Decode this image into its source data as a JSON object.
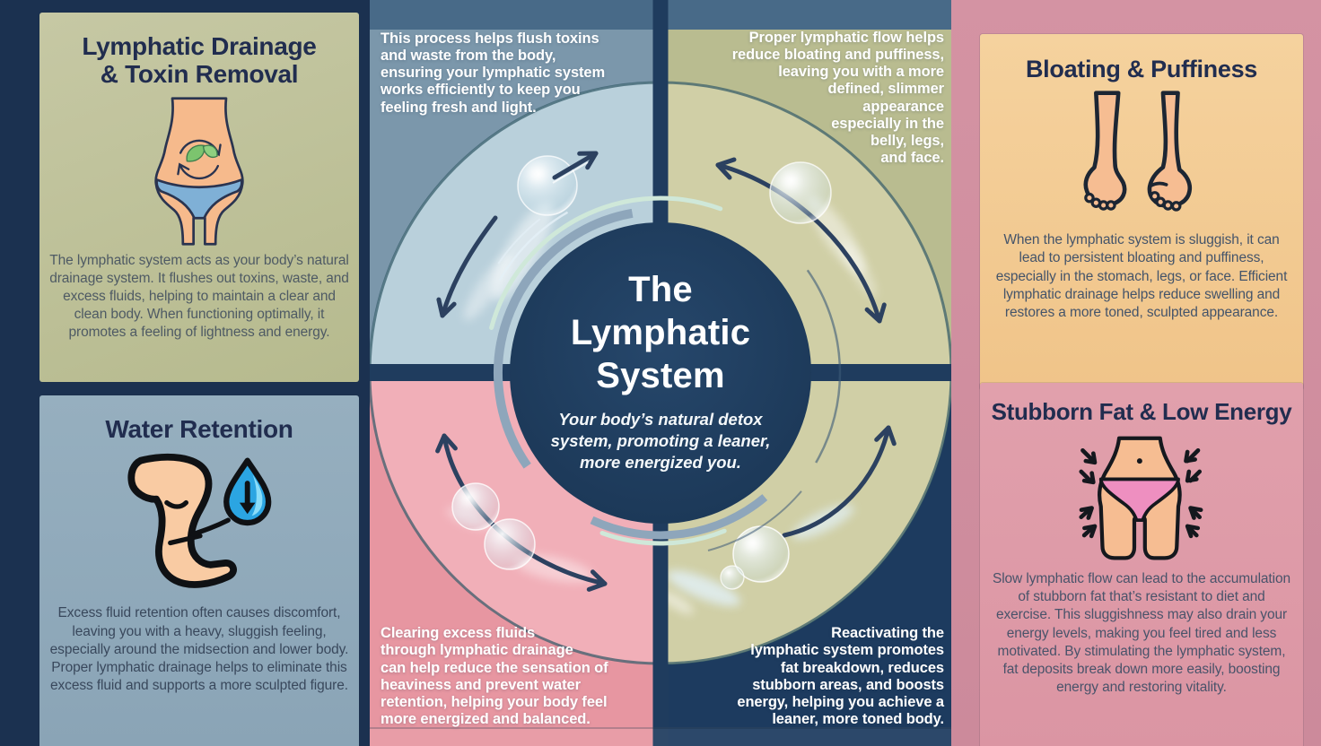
{
  "infographic": {
    "center": {
      "title_lines": [
        "The",
        "Lymphatic",
        "System"
      ],
      "subtitle": "Your body’s natural detox\nsystem, promoting a leaner,\nmore energized you.",
      "motif": "circular-flow-diagram"
    },
    "quadrants": {
      "top_left": {
        "text": "This process helps flush toxins\nand waste from the body,\nensuring your lymphatic system\nworks efficiently to keep you\nfeeling fresh and light.",
        "motif": "lymph-bubble-flow"
      },
      "top_right": {
        "text": "Proper lymphatic flow helps\nreduce bloating and puffiness,\nleaving you with a more\ndefined, slimmer\nappearance\nespecially in the\nbelly, legs,\nand face.",
        "motif": "lymph-bubble-flow"
      },
      "bottom_left": {
        "text": "Clearing excess fluids\nthrough lymphatic drainage\ncan help reduce the sensation of\nheaviness and prevent water\nretention, helping your body feel\nmore energized and balanced.",
        "motif": "lymph-bubble-flow"
      },
      "bottom_right": {
        "text": "Reactivating the\nlymphatic system promotes\nfat breakdown, reduces\nstubborn areas, and boosts\nenergy, helping you achieve a\nleaner, more toned body.",
        "motif": "lymph-bubble-flow"
      }
    },
    "panels": {
      "top_left": {
        "title": "Lymphatic Drainage\n& Toxin Removal",
        "body": "The lymphatic system acts as your body’s natural drainage system. It flushes out toxins, waste, and excess fluids, helping to maintain a clear and clean body. When functioning optimally, it promotes a feeling of lightness and energy.",
        "icon": "torso-detox-icon"
      },
      "top_right": {
        "title": "Bloating & Puffiness",
        "body": "When the lymphatic system is sluggish, it can lead to persistent bloating and puffiness, especially in the stomach, legs, or face. Efficient lymphatic drainage helps reduce swelling and restores a more toned, sculpted appearance.",
        "icon": "swollen-legs-icon"
      },
      "bottom_left": {
        "title": "Water Retention",
        "body": "Excess fluid retention often causes discomfort, leaving you with a heavy, sluggish feeling, especially around the midsection and lower body. Proper lymphatic drainage helps to eliminate this excess fluid and supports a more sculpted figure.",
        "icon": "leg-water-drop-icon"
      },
      "bottom_right": {
        "title": "Stubborn Fat & Low Energy",
        "body": "Slow lymphatic flow can lead to the accumulation of stubborn fat that’s resistant to diet and exercise. This sluggishness may also drain your energy levels, making you feel tired and less motivated. By stimulating the lymphatic system, fat deposits break down more easily, boosting energy and restoring vitality.",
        "icon": "slim-hips-icon"
      }
    },
    "colors": {
      "navy_frame": "#1B3150",
      "pink_frame": "#D18F9F",
      "center_circle_navy": "#1E3A5C",
      "steel_collar": "#8EA6BB",
      "accent_mint": "#CFE8D9",
      "arrow_navy": "#2C4160",
      "quad_blue": "#7B97AB",
      "quad_olive": "#B9BC90",
      "quad_pink": "#E796A1",
      "quad_navy": "#1D3B5F",
      "ring_light_blue": "#B9D0DB",
      "ring_khaki": "#D0CFA6",
      "ring_light_pink": "#F1AFB8",
      "card_olive": "#BCC09A",
      "card_peach": "#F3CA92",
      "card_blue": "#90AABB",
      "card_pink": "#DE99A6",
      "title_navy": "#212D4F"
    }
  }
}
